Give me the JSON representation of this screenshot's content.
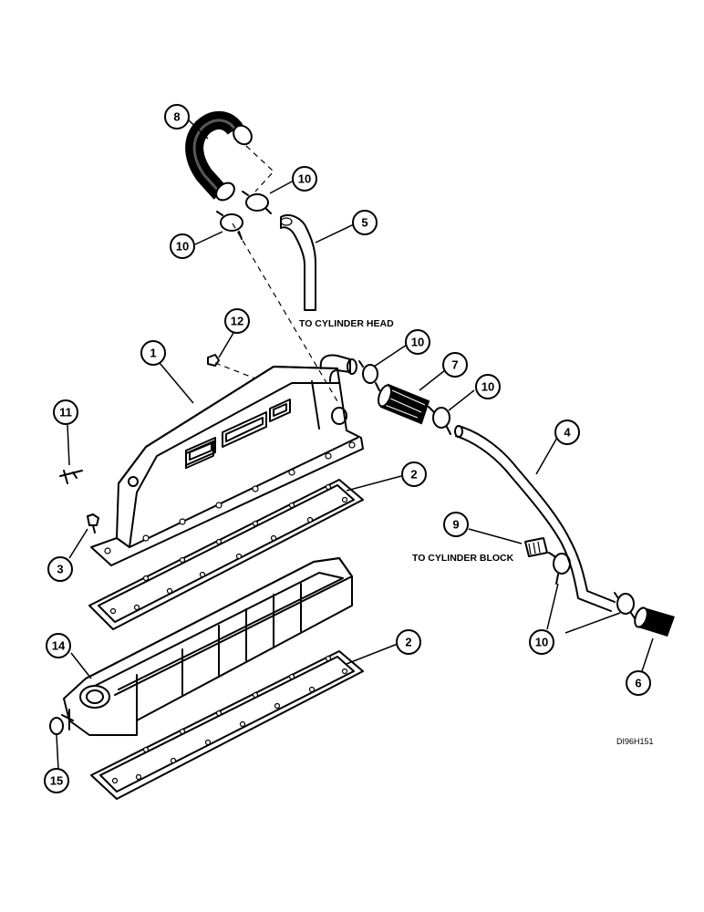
{
  "figure_code": "DI96H151",
  "notes": {
    "cylinder_head": "TO CYLINDER HEAD",
    "cylinder_block": "TO CYLINDER BLOCK"
  },
  "callouts": [
    {
      "id": "c8",
      "label": "8",
      "part": "upper-hose"
    },
    {
      "id": "c10a",
      "label": "10",
      "part": "hose-clamp"
    },
    {
      "id": "c10b",
      "label": "10",
      "part": "hose-clamp"
    },
    {
      "id": "c5",
      "label": "5",
      "part": "coolant-tube"
    },
    {
      "id": "c12",
      "label": "12",
      "part": "plug"
    },
    {
      "id": "c1",
      "label": "1",
      "part": "manifold-cover"
    },
    {
      "id": "c10c",
      "label": "10",
      "part": "hose-clamp"
    },
    {
      "id": "c7",
      "label": "7",
      "part": "hose"
    },
    {
      "id": "c10d",
      "label": "10",
      "part": "hose-clamp"
    },
    {
      "id": "c4",
      "label": "4",
      "part": "coolant-pipe"
    },
    {
      "id": "c11",
      "label": "11",
      "part": "bleed-screw"
    },
    {
      "id": "c2a",
      "label": "2",
      "part": "gasket"
    },
    {
      "id": "c3",
      "label": "3",
      "part": "cap-screw"
    },
    {
      "id": "c9",
      "label": "9",
      "part": "fitting"
    },
    {
      "id": "c14",
      "label": "14",
      "part": "manifold-body"
    },
    {
      "id": "c2b",
      "label": "2",
      "part": "gasket"
    },
    {
      "id": "c10e",
      "label": "10",
      "part": "hose-clamp"
    },
    {
      "id": "c6",
      "label": "6",
      "part": "hose"
    },
    {
      "id": "c15",
      "label": "15",
      "part": "o-ring"
    }
  ]
}
